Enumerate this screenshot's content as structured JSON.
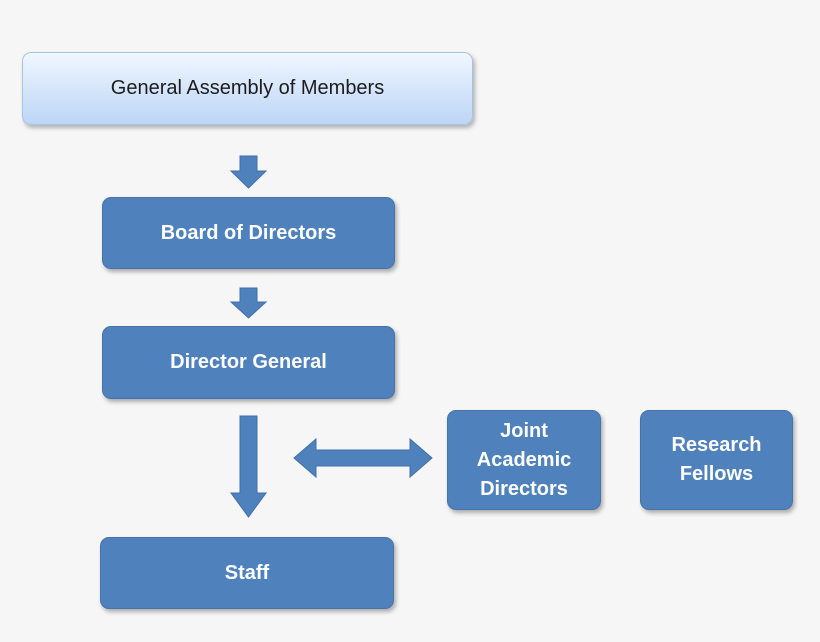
{
  "nodes": {
    "general_assembly": "General Assembly of Members",
    "board": "Board of Directors",
    "director_general": "Director General",
    "staff": "Staff",
    "joint_academic_directors": [
      "Joint",
      "Academic",
      "Directors"
    ],
    "research_fellows": [
      "Research",
      "Fellows"
    ]
  },
  "colors": {
    "node_fill": "#4f81bd",
    "arrow_fill": "#4f81bd",
    "background": "#f6f6f6"
  },
  "edges": [
    {
      "from": "general_assembly",
      "to": "board",
      "type": "arrow-down"
    },
    {
      "from": "board",
      "to": "director_general",
      "type": "arrow-down"
    },
    {
      "from": "director_general",
      "to": "staff",
      "type": "arrow-down"
    },
    {
      "from": "director_general",
      "to": "joint_academic_directors",
      "type": "double-arrow"
    }
  ]
}
